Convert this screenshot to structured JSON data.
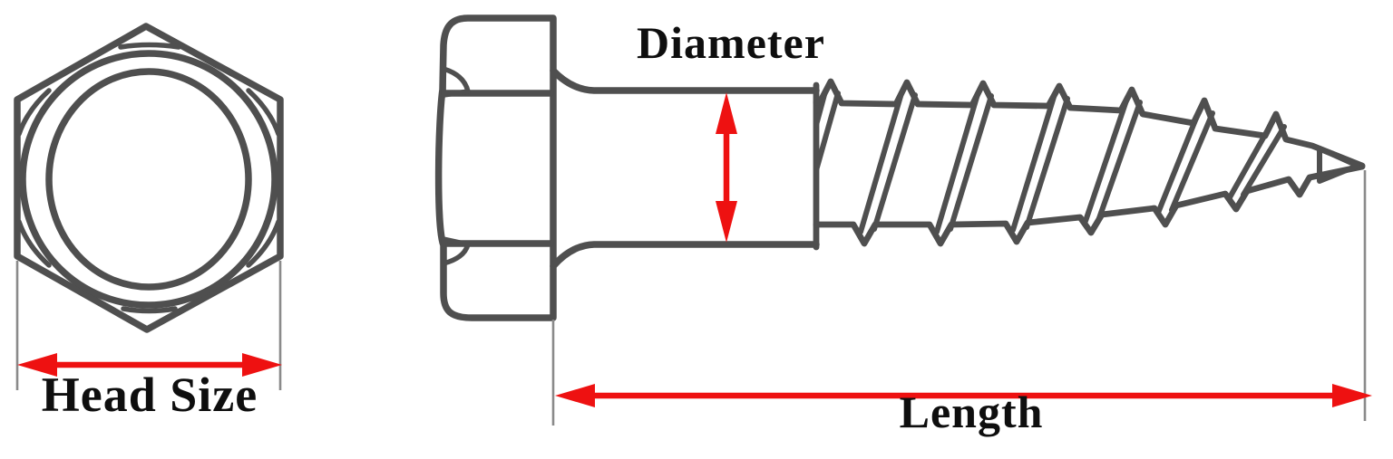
{
  "labels": {
    "head_size": "Head Size",
    "diameter": "Diameter",
    "length": "Length"
  },
  "colors": {
    "background": "#ffffff",
    "line": "#4f4f4f",
    "extension": "#8a8a8a",
    "arrow": "#ee1111",
    "text": "#0e0e0e"
  }
}
